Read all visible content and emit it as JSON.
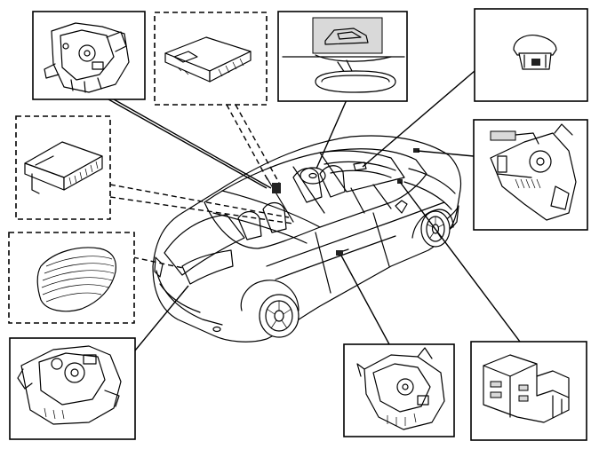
{
  "figure": {
    "components": [
      {
        "id": "rear-lock",
        "border": "solid",
        "icon": "lock-mechanism-icon"
      },
      {
        "id": "module-top",
        "border": "dashed",
        "icon": "control-module-icon"
      },
      {
        "id": "mirror-display",
        "border": "solid",
        "icon": "rearview-mirror-icon"
      },
      {
        "id": "sensor-cap",
        "border": "solid",
        "icon": "sensor-cap-icon"
      },
      {
        "id": "hood-latch",
        "border": "solid",
        "icon": "hood-latch-icon"
      },
      {
        "id": "module-left",
        "border": "dashed",
        "icon": "connector-module-icon"
      },
      {
        "id": "mat",
        "border": "dashed",
        "icon": "floor-mat-icon"
      },
      {
        "id": "tailgate-lock",
        "border": "solid",
        "icon": "tailgate-lock-icon"
      },
      {
        "id": "door-lock",
        "border": "solid",
        "icon": "door-lock-icon"
      },
      {
        "id": "relay-box",
        "border": "solid",
        "icon": "relay-block-icon"
      }
    ]
  }
}
